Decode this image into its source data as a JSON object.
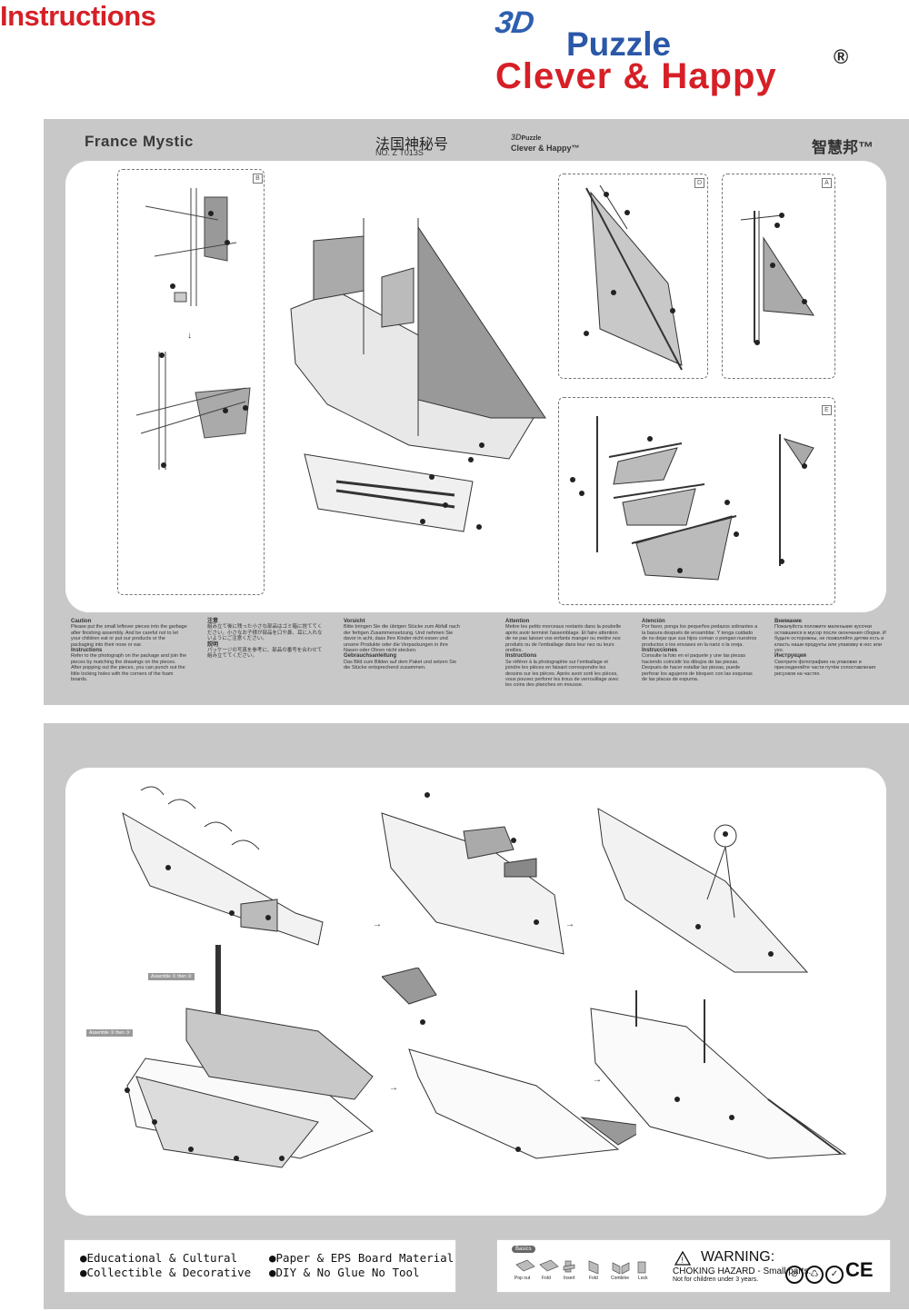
{
  "header": {
    "title": "Instructions",
    "logo_3d": "3D",
    "logo_puzzle": "Puzzle",
    "logo_clever": "Clever & Happy",
    "logo_reg": "®"
  },
  "sheet1": {
    "ship_name": "France Mystic",
    "cn_name": "法国神秘号",
    "model_no": "NO. Z  T013S",
    "mini_logo_3d": "3D",
    "mini_logo_puzzle": "Puzzle",
    "mini_logo_brand": "Clever & Happy™",
    "brand_right": "智慧邦™",
    "steps": {
      "b": "B",
      "d": "D",
      "a": "A",
      "e": "E"
    },
    "instructions": [
      {
        "title": "Caution",
        "text": "Please put the small leftover pieces into the garbage after finishing assembly. And be careful not to let your children eat or put our products or the packaging into their nose or ear.",
        "title2": "Instructions",
        "text2": "Refer to the photograph on the package and join the pieces by matching the drawings on the pieces. After popping out the pieces, you can punch out the little locking holes with the corners of the foam boards."
      },
      {
        "title": "注意",
        "text": "組み立て後に残った小さな部品はゴミ箱に捨ててください。小さなお子様が部品を口や鼻、耳に入れないようにご注意ください。",
        "title2": "説明",
        "text2": "パッケージの写真を参考に、部品の番号を合わせて組み立ててください。"
      },
      {
        "title": "Vorsicht",
        "text": "Bitte bringen Sie die übrigen Stücke zum Abfall nach der fertigen Zusammensetzung. Und nehmen Sie davor in acht, dass Ihre Kinder nicht essen und unsere Produkte oder die Verpackungen in ihre Nasen oder Ohren nicht stecken.",
        "title2": "Gebrauchsanleitung",
        "text2": "Das Bild zum Bilden auf dem Paket und setzen Sie die Stücke entsprechend zusammen."
      },
      {
        "title": "Attention",
        "text": "Mettre les petits morceaux restants dans la poubelle après avoir terminé l'assemblage. Et faire attention de ne pas laisser vos enfants manger ou mettre nos produits ou de l'emballage dans leur nez ou leurs oreilles.",
        "title2": "Instructions",
        "text2": "Se référer à la photographie sur l'emballage et joindre les pièces en faisant correspondre les dessins sur les pièces. Après avoir sorti les pièces, vous pouvez perforer les trous de verrouillage avec les coins des planches en mousse."
      },
      {
        "title": "Atención",
        "text": "Por favor, ponga los pequeños pedazos sobrantes a la basura después de ensamblar. Y tenga cuidado de no dejar que sus hijos coman o pongan nuestros productos o los envases en la nariz o la oreja.",
        "title2": "Instrucciones",
        "text2": "Consulte la foto en el paquete y une las piezas haciendo coincidir los dibujos de las piezas. Después de hacer estallar las piezas, puede perforar los agujeros de bloqueo con las esquinas de las placas de espuma."
      },
      {
        "title": "Внимание",
        "text": "Пожалуйста положите маленькие кусочки оставшиеся в мусор после окончания сборки. И будьте осторожны, не позволяйте детям есть и класть наши продукты или упаковку в нос или ухо.",
        "title2": "Инструкция",
        "text2": "Смотрите фотографию на упаковке и присоединяйте части путём сопоставления рисунков на частях."
      }
    ]
  },
  "sheet2": {
    "assemble_label_1": "Assemble ① then ②",
    "assemble_label_2": "Assemble ② then ③"
  },
  "footer": {
    "features": [
      "●Educational & Cultural",
      "●Paper & EPS Board Material",
      "●Collectible & Decorative",
      "●DIY & No Glue No Tool"
    ],
    "basics": "Basics",
    "basic_steps": [
      "Pop out",
      "Fold",
      "Insert",
      "Fold",
      "Combine",
      "Lock"
    ],
    "warning": "WARNING:",
    "choking": "CHOKING HAZARD - Small parts.",
    "age": "Not for children under 3 years.",
    "ce": "CE"
  }
}
